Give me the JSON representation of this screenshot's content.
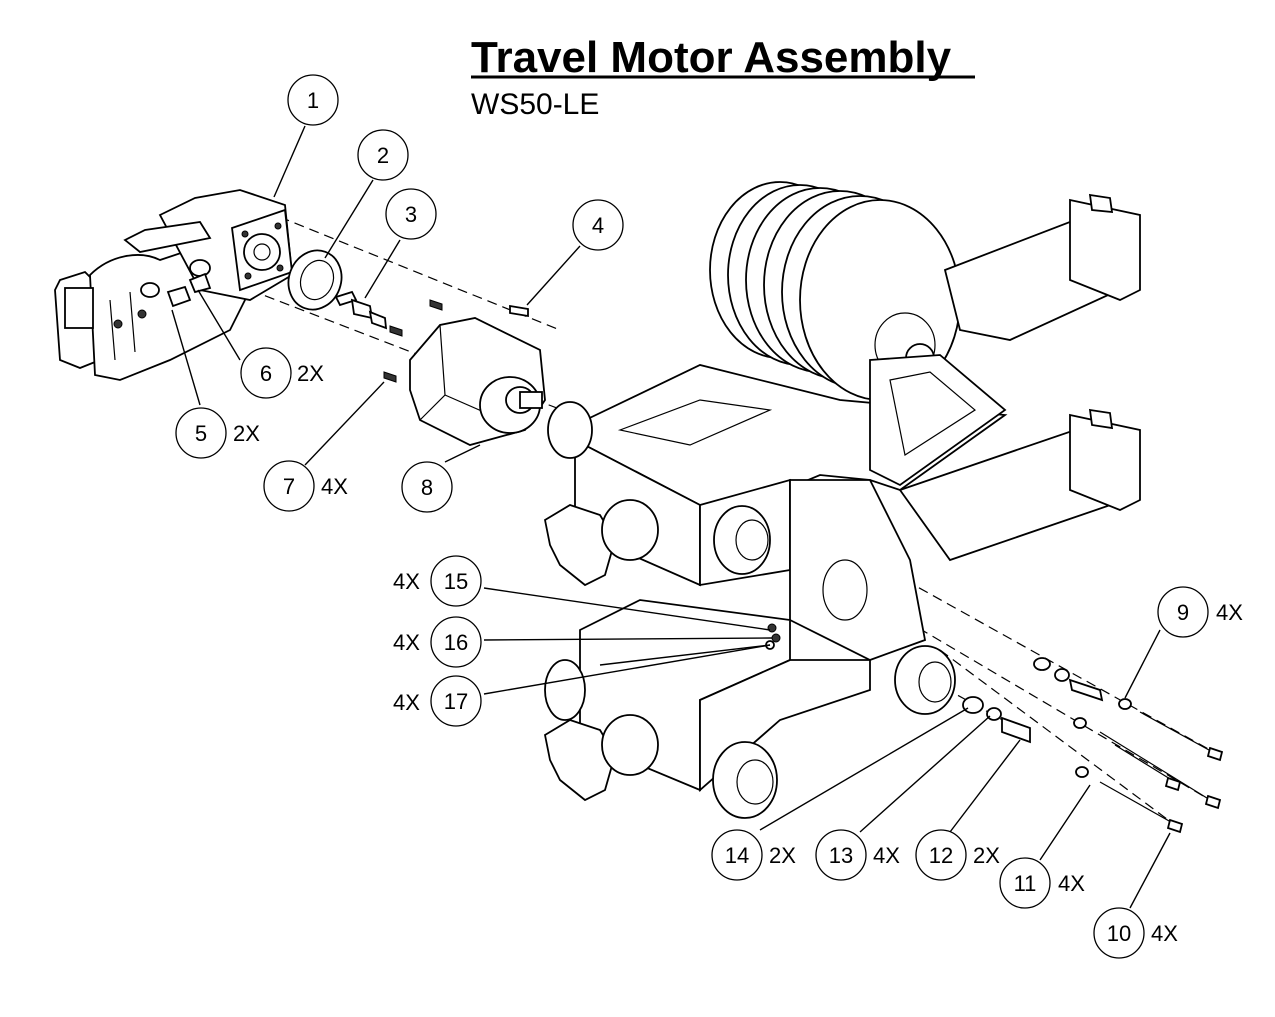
{
  "title": "Travel Motor Assembly",
  "subtitle": "WS50-LE",
  "callouts": [
    {
      "id": "c1",
      "number": "1",
      "qty": ""
    },
    {
      "id": "c2",
      "number": "2",
      "qty": ""
    },
    {
      "id": "c3",
      "number": "3",
      "qty": ""
    },
    {
      "id": "c4",
      "number": "4",
      "qty": ""
    },
    {
      "id": "c5",
      "number": "5",
      "qty": "2X"
    },
    {
      "id": "c6",
      "number": "6",
      "qty": "2X"
    },
    {
      "id": "c7",
      "number": "7",
      "qty": "4X"
    },
    {
      "id": "c8",
      "number": "8",
      "qty": ""
    },
    {
      "id": "c9",
      "number": "9",
      "qty": "4X"
    },
    {
      "id": "c10",
      "number": "10",
      "qty": "4X"
    },
    {
      "id": "c11",
      "number": "11",
      "qty": "4X"
    },
    {
      "id": "c12",
      "number": "12",
      "qty": "2X"
    },
    {
      "id": "c13",
      "number": "13",
      "qty": "4X"
    },
    {
      "id": "c14",
      "number": "14",
      "qty": "2X"
    },
    {
      "id": "c15",
      "number": "15",
      "qty": "4X"
    },
    {
      "id": "c16",
      "number": "16",
      "qty": "4X"
    },
    {
      "id": "c17",
      "number": "17",
      "qty": "4X"
    }
  ]
}
